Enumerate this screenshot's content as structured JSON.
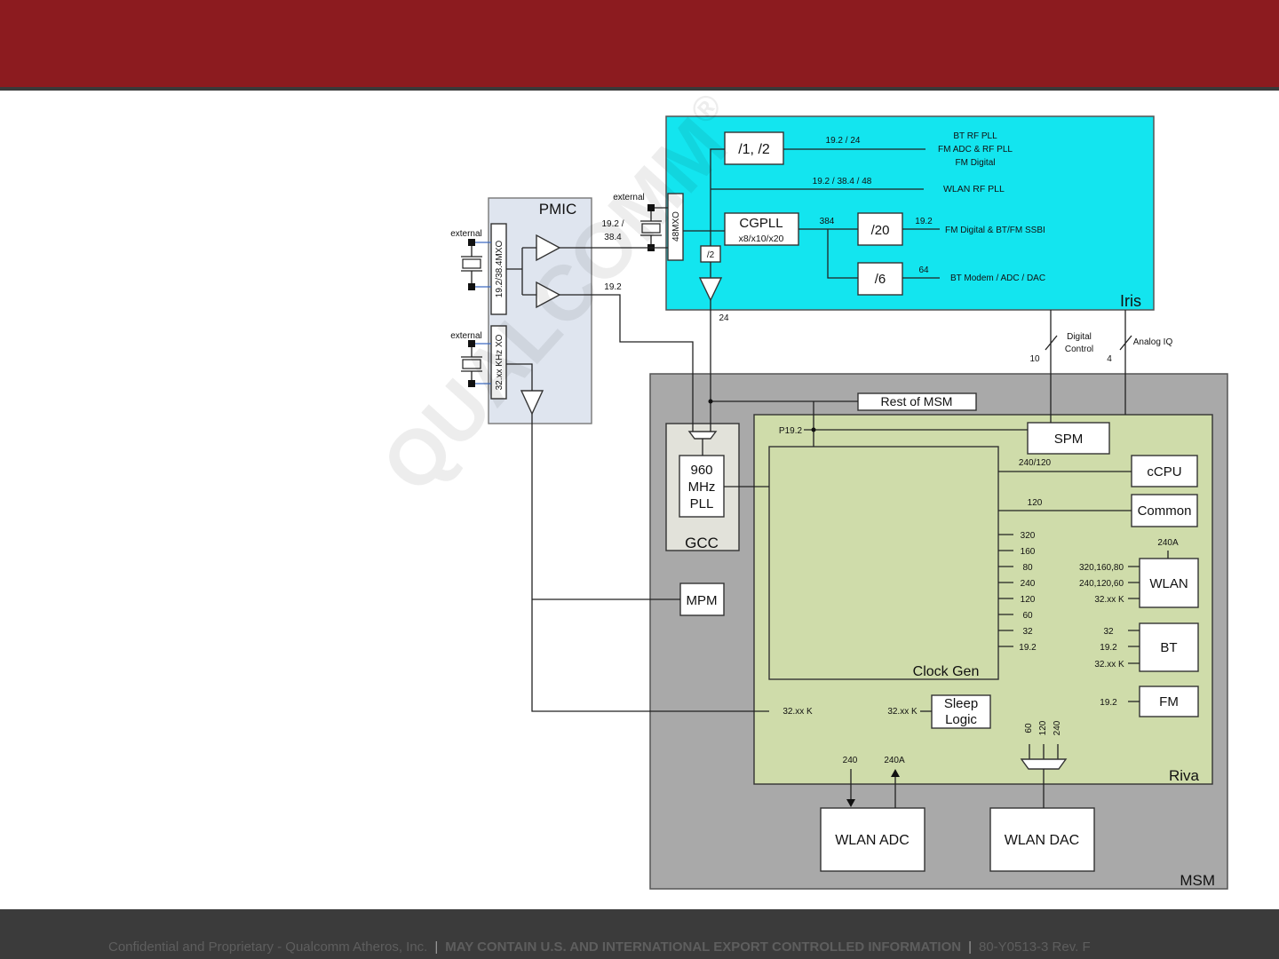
{
  "colors": {
    "brand": "#8c1b1f",
    "iris": "#13e5ef",
    "pmic": "#dfe5ef",
    "msm": "#a9a9a9",
    "riva": "#cfdcaa",
    "gcc": "#e2e2da",
    "footer": "#3b3b3b"
  },
  "watermark": {
    "name": "QUALCOMM",
    "mark": "®"
  },
  "iris": {
    "label": "Iris",
    "div_1_2": "/1, /2",
    "div_1_2_freq": "19.2 / 24",
    "dest_bt_rf_pll": "BT RF PLL",
    "dest_fm_adc_rf_pll": "FM ADC & RF PLL",
    "dest_fm_digital": "FM Digital",
    "wlan_rf_freq": "19.2 / 38.4 / 48",
    "dest_wlan_rf_pll": "WLAN RF PLL",
    "cgpll": "CGPLL",
    "cgpll_mult": "x8/x10/x20",
    "cgpll_freq": "384",
    "div_20": "/20",
    "div_20_freq": "19.2",
    "dest_fm_digital_ssbi": "FM Digital & BT/FM SSBI",
    "div_6": "/6",
    "div_6_freq": "64",
    "dest_bt_modem": "BT Modem / ADC / DAC",
    "div_2": "/2",
    "mxo": "48MXO",
    "buffer_freq": "24",
    "xtal_label": "external",
    "xtal_freq_a": "19.2 /",
    "xtal_freq_b": "38.4"
  },
  "pmic": {
    "label": "PMIC",
    "mxo": "19.2/38.4MXO",
    "xo": "32.xx KHz XO",
    "xtal_mxo_label": "external",
    "xtal_xo_label": "external",
    "out_freq": "19.2"
  },
  "links": {
    "digital_count": "10",
    "digital_a": "Digital",
    "digital_b": "Control",
    "analog_count": "4",
    "analog": "Analog IQ"
  },
  "msm": {
    "label": "MSM",
    "rest": "Rest of MSM",
    "mpm": "MPM",
    "gcc": {
      "label": "GCC",
      "pll": [
        "960",
        "MHz",
        "PLL"
      ]
    },
    "wlan_adc": "WLAN ADC",
    "wlan_dac": "WLAN DAC",
    "adc_in": "240",
    "adc_out": "240A",
    "xo_in": "32.xx K"
  },
  "riva": {
    "label": "Riva",
    "p19": "P19.2",
    "spm": "SPM",
    "clock_gen": "Clock Gen",
    "ccpu_freq": "240/120",
    "ccpu": "cCPU",
    "common_freq": "120",
    "common": "Common",
    "taps": [
      "320",
      "160",
      "80",
      "240",
      "120",
      "60",
      "32",
      "19.2"
    ],
    "wlan": {
      "label": "WLAN",
      "top": "240A",
      "inputs": [
        "320,160,80",
        "240,120,60",
        "32.xx K"
      ]
    },
    "bt": {
      "label": "BT",
      "inputs": [
        "32",
        "19.2",
        "32.xx K"
      ]
    },
    "fm": {
      "label": "FM",
      "input": "19.2"
    },
    "sleep": [
      "Sleep",
      "Logic"
    ],
    "sleep_in": "32.xx K",
    "dac_mux": [
      "60",
      "120",
      "240"
    ]
  },
  "footer": {
    "confidential": "Confidential and Proprietary - Qualcomm Atheros, Inc.",
    "sep1": "|",
    "export": "MAY CONTAIN U.S. AND INTERNATIONAL EXPORT CONTROLLED INFORMATION",
    "sep2": "|",
    "doc": "80-Y0513-3  Rev. F"
  }
}
